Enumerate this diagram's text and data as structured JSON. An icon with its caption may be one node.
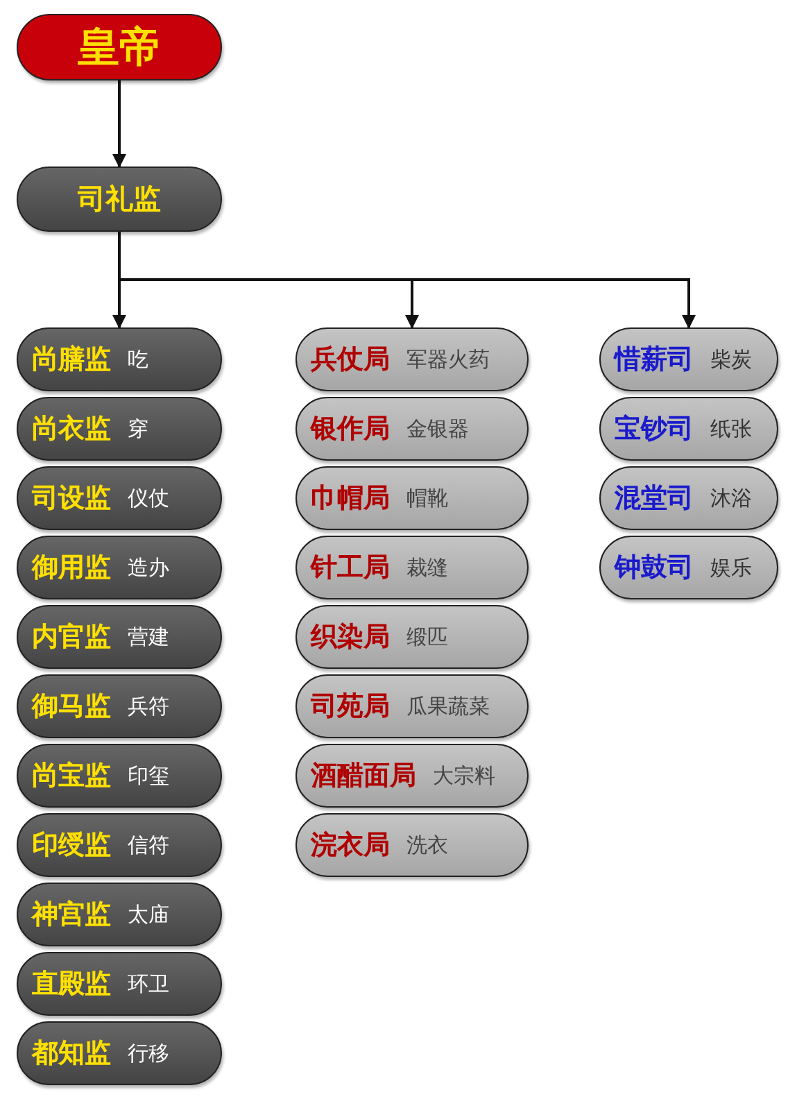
{
  "diagram": {
    "nodes": [
      {
        "text": [
          "皇帝"
        ]
      },
      {
        "text": [
          "司礼监"
        ]
      },
      {
        "text": [
          "尚膳监",
          "吃"
        ]
      },
      {
        "text": [
          "尚衣监",
          "穿"
        ]
      },
      {
        "text": [
          "司设监",
          "仪仗"
        ]
      },
      {
        "text": [
          "御用监",
          "造办"
        ]
      },
      {
        "text": [
          "内官监",
          "营建"
        ]
      },
      {
        "text": [
          "御马监",
          "兵符"
        ]
      },
      {
        "text": [
          "尚宝监",
          "印玺"
        ]
      },
      {
        "text": [
          "印绶监",
          "信符"
        ]
      },
      {
        "text": [
          "神宫监",
          "太庙"
        ]
      },
      {
        "text": [
          "直殿监",
          "环卫"
        ]
      },
      {
        "text": [
          "都知监",
          "行移"
        ]
      },
      {
        "text": [
          "兵仗局",
          "军器火药"
        ]
      },
      {
        "text": [
          "银作局",
          "金银器"
        ]
      },
      {
        "text": [
          "巾帽局",
          "帽靴"
        ]
      },
      {
        "text": [
          "针工局",
          "裁缝"
        ]
      },
      {
        "text": [
          "织染局",
          "缎匹"
        ]
      },
      {
        "text": [
          "司苑局",
          "瓜果蔬菜"
        ]
      },
      {
        "text": [
          "酒醋面局",
          "大宗料"
        ]
      },
      {
        "text": [
          "浣衣局",
          "洗衣"
        ]
      },
      {
        "text": [
          "惜薪司",
          "柴炭"
        ]
      },
      {
        "text": [
          "宝钞司",
          "纸张"
        ]
      },
      {
        "text": [
          "混堂司",
          "沐浴"
        ]
      },
      {
        "text": [
          "钟鼓司",
          "娱乐"
        ]
      }
    ],
    "edges": [
      {
        "from": 0,
        "to": 1,
        "arrow": "to"
      },
      {
        "from": 1,
        "to": 2,
        "arrow": "to"
      },
      {
        "from": 1,
        "to": 13,
        "arrow": "to"
      },
      {
        "from": 1,
        "to": 21,
        "arrow": "to"
      }
    ]
  }
}
